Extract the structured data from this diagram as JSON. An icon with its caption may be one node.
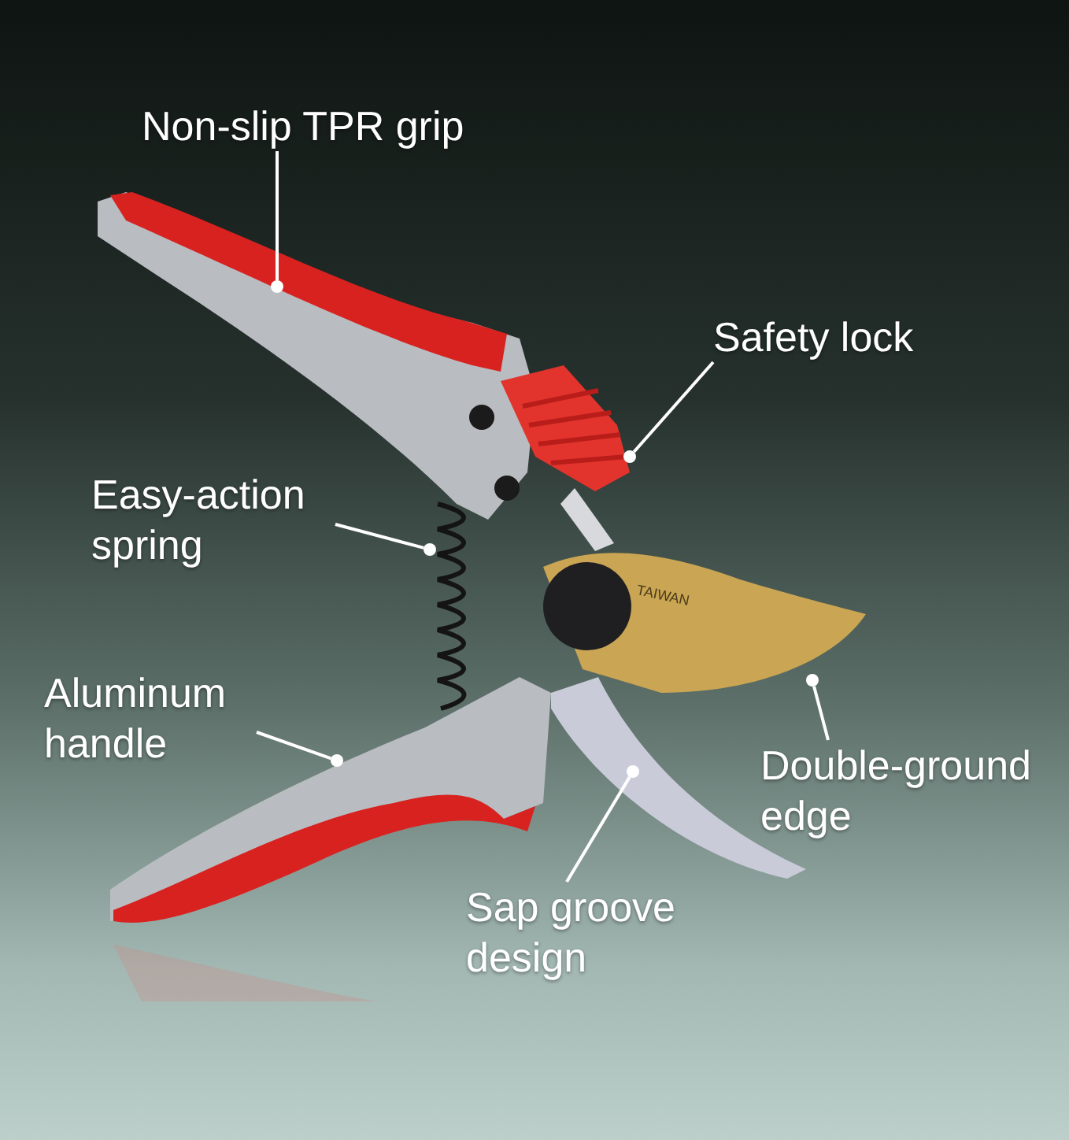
{
  "diagram": {
    "nodes": [
      {
        "text": [
          "Non-slip TPR grip"
        ]
      },
      {
        "text": [
          "Safety lock"
        ]
      },
      {
        "text": [
          "Easy-action spring"
        ]
      },
      {
        "text": [
          "Aluminum handle"
        ]
      },
      {
        "text": [
          "Double-ground edge"
        ]
      },
      {
        "text": [
          "Sap groove design"
        ]
      },
      {
        "text": [],
        "shape": "circle"
      },
      {
        "text": [],
        "shape": "circle"
      },
      {
        "text": [],
        "shape": "circle"
      },
      {
        "text": [],
        "shape": "circle"
      },
      {
        "text": [],
        "shape": "circle"
      },
      {
        "text": [],
        "shape": "circle"
      }
    ],
    "edges": [
      {
        "from": 0,
        "to": 6,
        "arrow": "none"
      },
      {
        "from": 1,
        "to": 7,
        "arrow": "none"
      },
      {
        "from": 2,
        "to": 8,
        "arrow": "none"
      },
      {
        "from": 3,
        "to": 9,
        "arrow": "none"
      },
      {
        "from": 4,
        "to": 10,
        "arrow": "none"
      },
      {
        "from": 5,
        "to": 11,
        "arrow": "none"
      }
    ],
    "labels": [
      "TAIWAN"
    ]
  }
}
